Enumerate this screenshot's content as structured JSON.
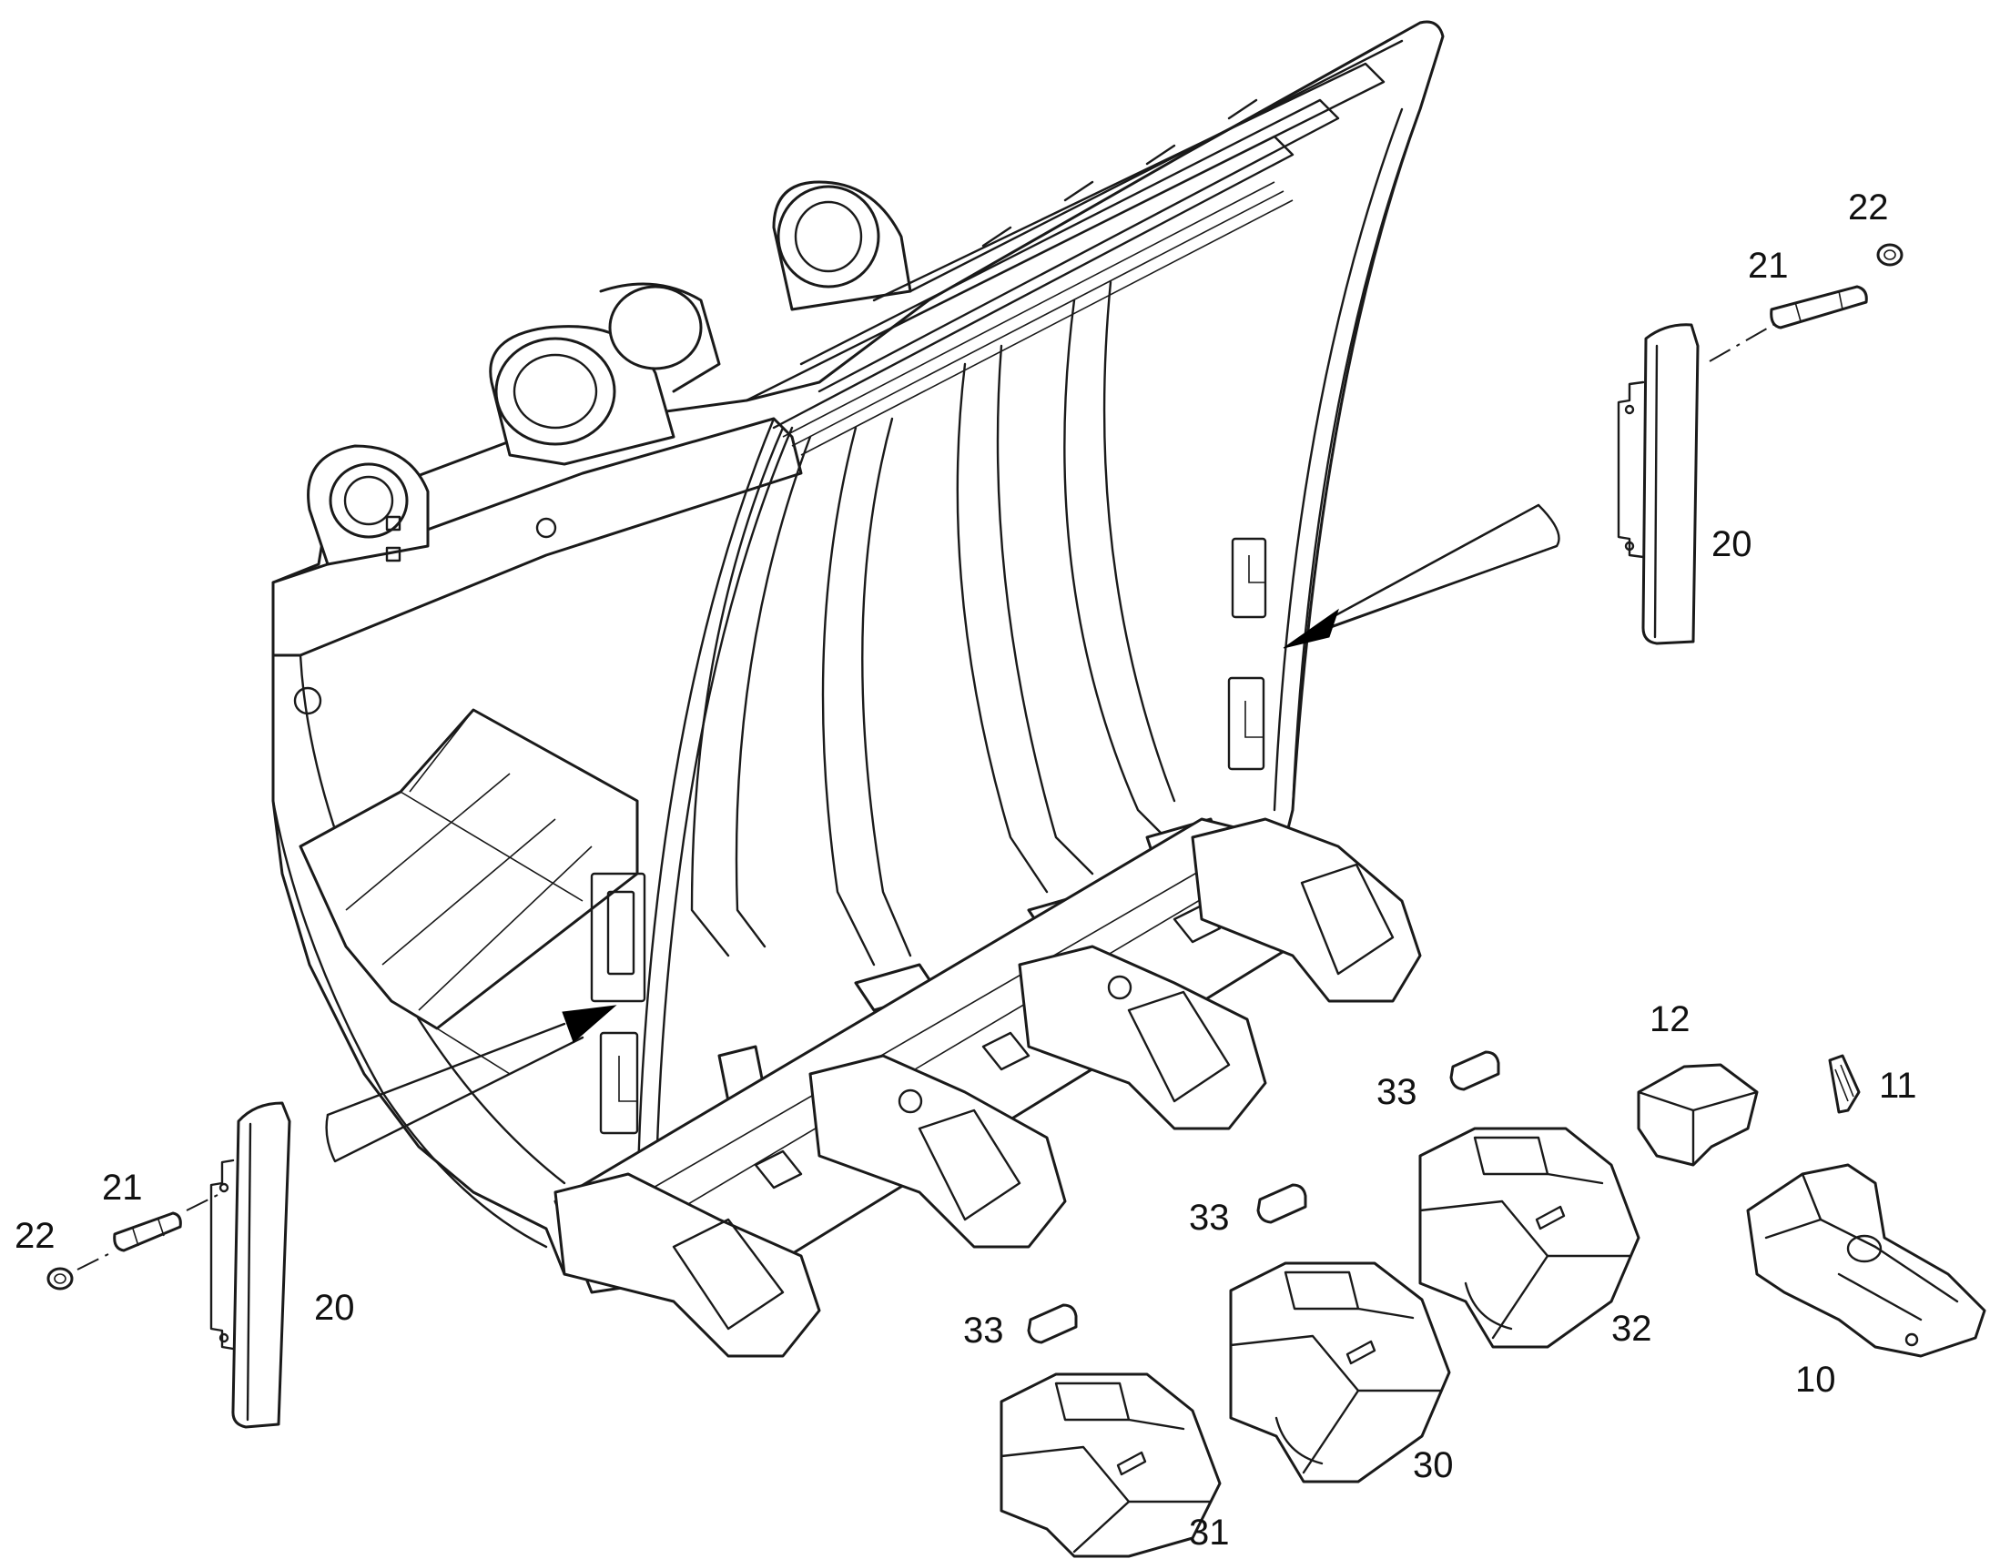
{
  "callouts": {
    "bucket_right": {
      "part20": "20",
      "part21": "21",
      "part22": "22"
    },
    "bucket_left": {
      "part20": "20",
      "part21": "21",
      "part22": "22"
    },
    "tips": {
      "part31": "31",
      "part30": "30",
      "part32": "32",
      "part33_a": "33",
      "part33_b": "33",
      "part33_c": "33"
    },
    "adapter": {
      "part10": "10",
      "part11": "11",
      "part12": "12"
    }
  },
  "colors": {
    "line": "#1a1a1a",
    "fill": "#ffffff",
    "arrow": "#000000"
  },
  "icons": [
    "bucket-body",
    "side-cutter",
    "pin",
    "retainer-washer",
    "bucket-tooth",
    "tooth-adapter",
    "lock-pin",
    "wear-cap",
    "pointer-arrow"
  ]
}
